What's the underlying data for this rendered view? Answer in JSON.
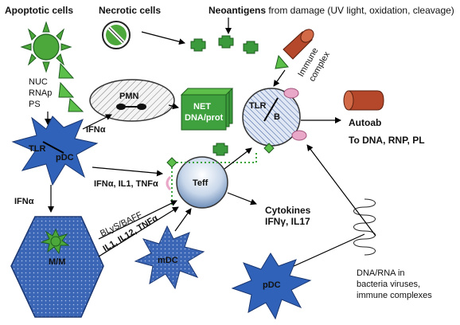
{
  "labels": {
    "apoptotic": "Apoptotic cells",
    "necrotic": "Necrotic cells",
    "neoantigens_bold": "Neoantigens",
    "neoantigens_rest": " from damage (UV light, oxidation, cleavage)",
    "nuc": "NUC",
    "rnap": "RNAp",
    "ps": "PS",
    "pmn": "PMN",
    "net_line1": "NET",
    "net_line2": "DNA/prot",
    "immune_complex_1": "Immune",
    "immune_complex_2": "complex",
    "tlr_b": "TLR",
    "b_cell": "B",
    "autoab": "Autoab",
    "to_dna": "To DNA, RNP, PL",
    "tlr_pdc": "TLR",
    "pdc_top": "pDC",
    "ifna_pmn": "IFNα",
    "ifna_il1_tnfa": "IFNα, IL1, TNFα",
    "teff": "Teff",
    "ifna_left": "IFNα",
    "cytokines_1": "Cytokines",
    "cytokines_2": "IFNγ, IL17",
    "blys": "BLyS/BAFF",
    "il_list": "IL1, IL12, TNFα",
    "mm": "M/M",
    "mdc": "mDC",
    "pdc_bottom": "pDC",
    "dna_rna_1": "DNA/RNA in",
    "dna_rna_2": "bacteria viruses,",
    "dna_rna_3": "immune complexes"
  },
  "colors": {
    "green": "#3b9a3b",
    "green_light": "#5cbf4a",
    "blue_star": "#2f62b8",
    "brick": "#a4401f",
    "pink": "#e9a8c8",
    "dotted": "#3aa33a"
  }
}
